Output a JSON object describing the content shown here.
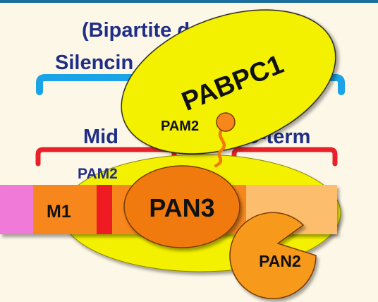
{
  "header": {
    "subtitle": "(Bipartite do",
    "silencing": "Silencin"
  },
  "brackets": {
    "mid_label": "Mid",
    "cterm_label": "C-term"
  },
  "proteins": {
    "pabpc1": "PABPC1",
    "pam2_motif": "PAM2",
    "pam2_bar": "PAM2",
    "m1": "M1",
    "pan3": "PAN3",
    "pan2": "PAN2"
  },
  "colors": {
    "background": "#fdf7e7",
    "top_line": "#1c6e9c",
    "title_text": "#1f2e86",
    "cyan_bracket": "#1aa3e6",
    "red_bracket": "#e8202a",
    "yellow": "#f3f000",
    "pink": "#f07ad8",
    "orange": "#f7871c",
    "pan3_orange": "#f07a0a",
    "light_orange": "#fcbe6d",
    "red_block": "#ee1c22",
    "pan2_orange": "#f79a1a"
  }
}
